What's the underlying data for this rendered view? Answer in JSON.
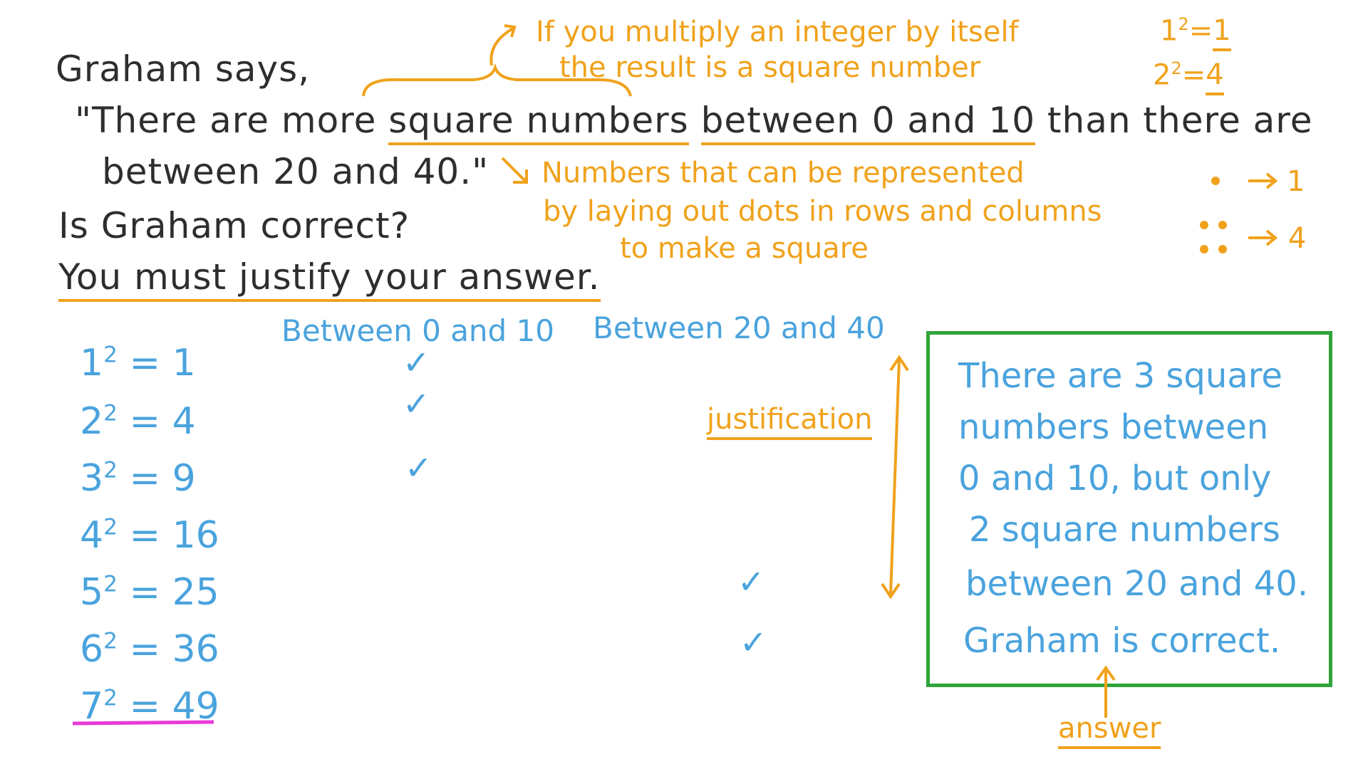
{
  "question": {
    "line1": "Graham says,",
    "line2_start": "\"There are more ",
    "line2_squares": "square numbers",
    "line2_mid": " ",
    "line2_between": "between 0 and 10",
    "line2_end": " than there are",
    "line3": "between 20 and 40.\"",
    "line4": "Is Graham correct?",
    "line5": "You must justify your answer."
  },
  "notes": {
    "definition1_line1": "If you multiply an integer by itself",
    "definition1_line2": "the result is a square number",
    "ex1_base": "1",
    "ex1_exp": "2",
    "ex1_eq": "=",
    "ex1_val": "1",
    "ex2_base": "2",
    "ex2_exp": "2",
    "ex2_eq": "=",
    "ex2_val": "4",
    "definition2_line1": "Numbers that can be represented",
    "definition2_line2": "by laying out dots in rows and columns",
    "definition2_line3": "to make a square",
    "dots1_val": "1",
    "dots2_val": "4",
    "justification": "justification",
    "answer": "answer"
  },
  "table": {
    "header_a": "Between 0 and 10",
    "header_b": "Between 20 and 40",
    "rows": [
      {
        "base": "1",
        "exp": "2",
        "eq": "=",
        "val": "1"
      },
      {
        "base": "2",
        "exp": "2",
        "eq": "=",
        "val": "4"
      },
      {
        "base": "3",
        "exp": "2",
        "eq": "=",
        "val": "9"
      },
      {
        "base": "4",
        "exp": "2",
        "eq": "=",
        "val": "16"
      },
      {
        "base": "5",
        "exp": "2",
        "eq": "=",
        "val": "25"
      },
      {
        "base": "6",
        "exp": "2",
        "eq": "=",
        "val": "36"
      },
      {
        "base": "7",
        "exp": "2",
        "eq": "=",
        "val": "49"
      }
    ],
    "tick": "✓"
  },
  "answer_box": {
    "line1": "There are 3 square",
    "line2": "numbers between",
    "line3": "0 and 10, but only",
    "line4": "2 square numbers",
    "line5": "between 20 and 40.",
    "line6": "Graham is correct."
  },
  "colors": {
    "text": "#2e2e2e",
    "orange": "#f0a21c",
    "blue": "#4aa3dd",
    "green": "#2ea43a",
    "magenta": "#e83ad8"
  }
}
